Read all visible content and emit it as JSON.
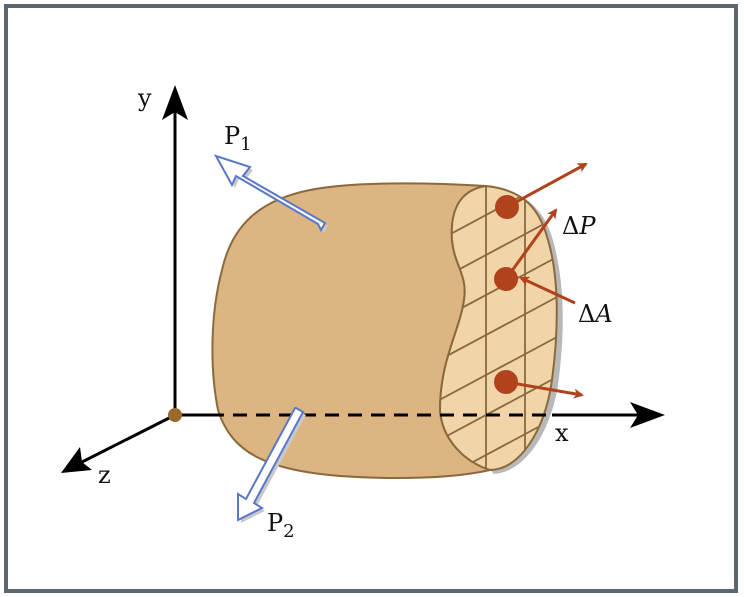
{
  "axes": {
    "x_label": "x",
    "y_label": "y",
    "z_label": "z"
  },
  "loads": {
    "p1": {
      "main": "P",
      "sub": "1"
    },
    "p2": {
      "main": "P",
      "sub": "2"
    }
  },
  "section": {
    "delta_p": {
      "prefix": "Δ",
      "var": "P"
    },
    "delta_a": {
      "prefix": "Δ",
      "var": "A"
    }
  },
  "colors": {
    "frame": "#5d6770",
    "body_fill": "#dcb582",
    "body_stroke": "#8a6a3c",
    "section_fill": "#f1d4a7",
    "hatch": "#8a6a3c",
    "force_red": "#b0431c",
    "load_arrow_stroke": "#5b78c8",
    "axis": "#000000",
    "origin": "#9a6a2c"
  },
  "icons": {
    "x_axis": "arrow-right",
    "y_axis": "arrow-up",
    "z_axis": "arrow-down-left"
  }
}
